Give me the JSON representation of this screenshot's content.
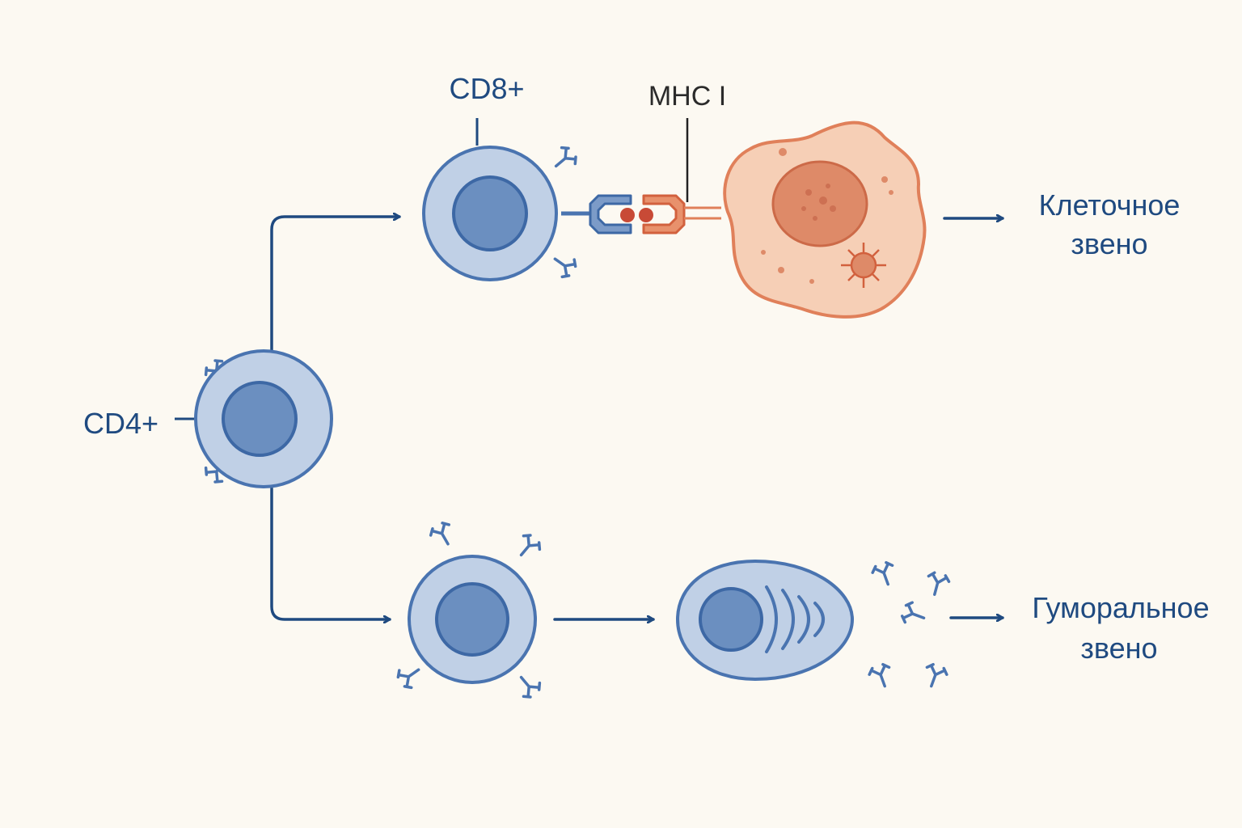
{
  "labels": {
    "cd4": "CD4+",
    "cd8": "CD8+",
    "mhc": "MHC I",
    "cellular_line1": "Клеточное",
    "cellular_line2": "звено",
    "humoral_line1": "Гуморальное",
    "humoral_line2": "звено"
  },
  "colors": {
    "background": "#fcf9f2",
    "ink": "#1f4a80",
    "cell_fill": "#c0d0e6",
    "cell_stroke": "#4a74b0",
    "nucleus_fill": "#6b8fc0",
    "target_fill": "#f6cfb6",
    "target_stroke": "#e0805a",
    "target_nucleus": "#de8a68",
    "antigen": "#c84a36"
  }
}
